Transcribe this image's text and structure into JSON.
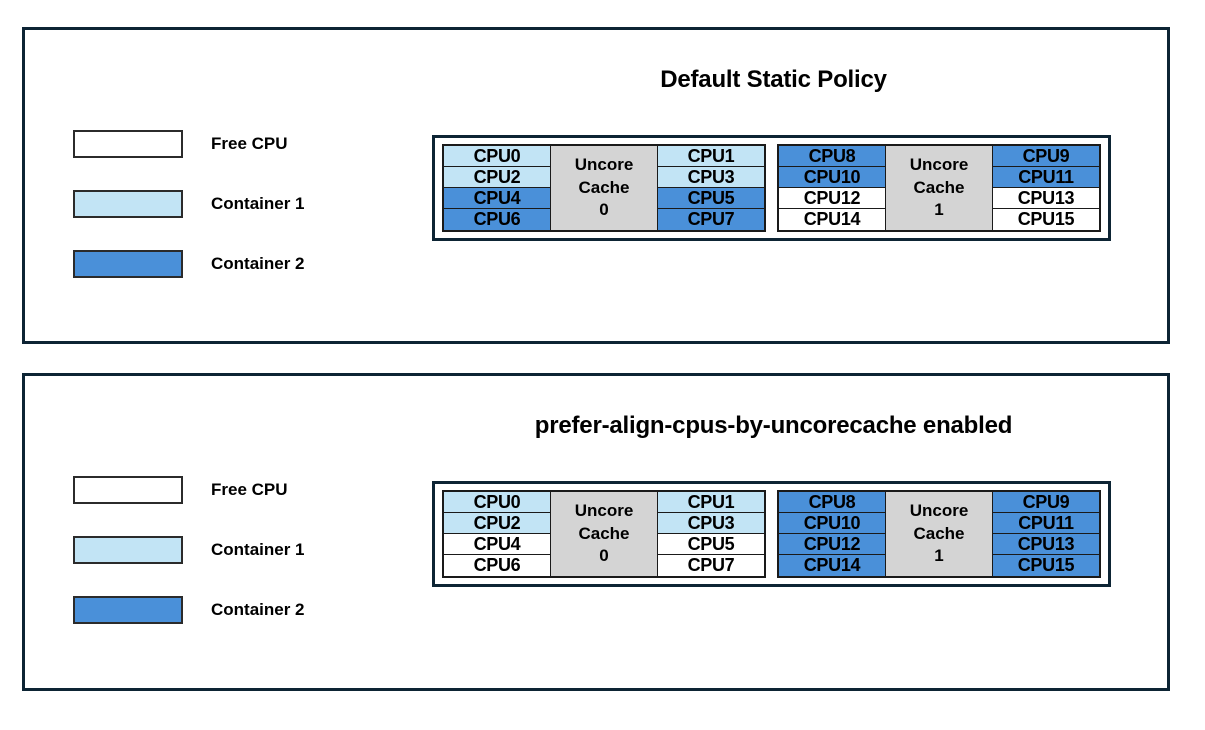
{
  "legend": {
    "items": [
      {
        "label": "Free CPU",
        "fill": "free",
        "color": "#ffffff"
      },
      {
        "label": "Container 1",
        "fill": "c1",
        "color": "#c2e4f5"
      },
      {
        "label": "Container 2",
        "fill": "c2",
        "color": "#4a90d9"
      }
    ]
  },
  "panels": [
    {
      "title": "Default Static Policy",
      "groups": [
        {
          "cache_label_line1": "Uncore",
          "cache_label_line2": "Cache",
          "cache_label_line3": "0",
          "left_column": [
            {
              "label": "CPU0",
              "fill": "c1"
            },
            {
              "label": "CPU2",
              "fill": "c1"
            },
            {
              "label": "CPU4",
              "fill": "c2"
            },
            {
              "label": "CPU6",
              "fill": "c2"
            }
          ],
          "right_column": [
            {
              "label": "CPU1",
              "fill": "c1"
            },
            {
              "label": "CPU3",
              "fill": "c1"
            },
            {
              "label": "CPU5",
              "fill": "c2"
            },
            {
              "label": "CPU7",
              "fill": "c2"
            }
          ]
        },
        {
          "cache_label_line1": "Uncore",
          "cache_label_line2": "Cache",
          "cache_label_line3": "1",
          "left_column": [
            {
              "label": "CPU8",
              "fill": "c2"
            },
            {
              "label": "CPU10",
              "fill": "c2"
            },
            {
              "label": "CPU12",
              "fill": "free"
            },
            {
              "label": "CPU14",
              "fill": "free"
            }
          ],
          "right_column": [
            {
              "label": "CPU9",
              "fill": "c2"
            },
            {
              "label": "CPU11",
              "fill": "c2"
            },
            {
              "label": "CPU13",
              "fill": "free"
            },
            {
              "label": "CPU15",
              "fill": "free"
            }
          ]
        }
      ]
    },
    {
      "title": "prefer-align-cpus-by-uncorecache enabled",
      "groups": [
        {
          "cache_label_line1": "Uncore",
          "cache_label_line2": "Cache",
          "cache_label_line3": "0",
          "left_column": [
            {
              "label": "CPU0",
              "fill": "c1"
            },
            {
              "label": "CPU2",
              "fill": "c1"
            },
            {
              "label": "CPU4",
              "fill": "free"
            },
            {
              "label": "CPU6",
              "fill": "free"
            }
          ],
          "right_column": [
            {
              "label": "CPU1",
              "fill": "c1"
            },
            {
              "label": "CPU3",
              "fill": "c1"
            },
            {
              "label": "CPU5",
              "fill": "free"
            },
            {
              "label": "CPU7",
              "fill": "free"
            }
          ]
        },
        {
          "cache_label_line1": "Uncore",
          "cache_label_line2": "Cache",
          "cache_label_line3": "1",
          "left_column": [
            {
              "label": "CPU8",
              "fill": "c2"
            },
            {
              "label": "CPU10",
              "fill": "c2"
            },
            {
              "label": "CPU12",
              "fill": "c2"
            },
            {
              "label": "CPU14",
              "fill": "c2"
            }
          ],
          "right_column": [
            {
              "label": "CPU9",
              "fill": "c2"
            },
            {
              "label": "CPU11",
              "fill": "c2"
            },
            {
              "label": "CPU13",
              "fill": "c2"
            },
            {
              "label": "CPU15",
              "fill": "c2"
            }
          ]
        }
      ]
    }
  ]
}
